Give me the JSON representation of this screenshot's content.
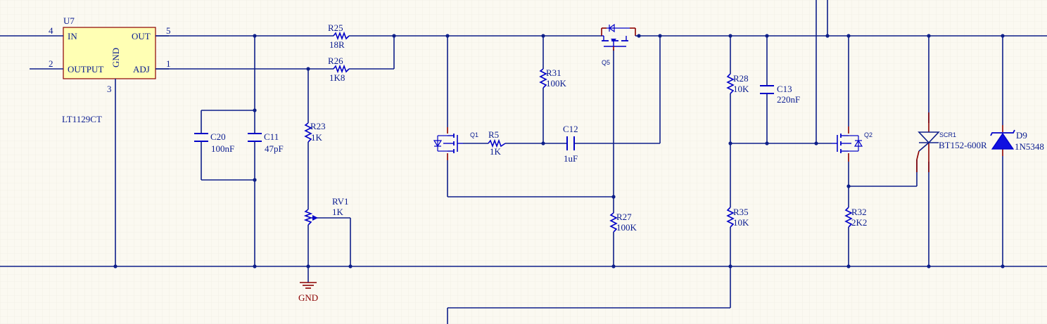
{
  "colors": {
    "background": "#FBF9F1",
    "grid": "#ECE9DE",
    "wire": "#0E1F8A",
    "label": "#0A1C90",
    "component": "#0000C8",
    "body_fill": "#FFFFB4",
    "pin_stub": "#8B0000",
    "ground": "#8B0000",
    "junction": "#0E1F8A"
  },
  "u7": {
    "designator": "U7",
    "part": "LT1129CT",
    "pin_in": "IN",
    "pin_output": "OUTPUT",
    "pin_gnd": "GND",
    "pin_out": "OUT",
    "pin_adj": "ADJ",
    "pin_num_in": "4",
    "pin_num_output": "2",
    "pin_num_gnd": "3",
    "pin_num_out": "5",
    "pin_num_adj": "1"
  },
  "r25": {
    "ref": "R25",
    "value": "18R"
  },
  "r26": {
    "ref": "R26",
    "value": "1K8"
  },
  "r23": {
    "ref": "R23",
    "value": "1K"
  },
  "rv1": {
    "ref": "RV1",
    "value": "1K"
  },
  "c20": {
    "ref": "C20",
    "value": "100nF"
  },
  "c11": {
    "ref": "C11",
    "value": "47pF"
  },
  "r31": {
    "ref": "R31",
    "value": "100K"
  },
  "q5": {
    "ref": "Q5"
  },
  "q1": {
    "ref": "Q1"
  },
  "r5": {
    "ref": "R5",
    "value": "1K"
  },
  "c12": {
    "ref": "C12",
    "value": "1uF"
  },
  "r27": {
    "ref": "R27",
    "value": "100K"
  },
  "r28": {
    "ref": "R28",
    "value": "10K"
  },
  "c13": {
    "ref": "C13",
    "value": "220nF"
  },
  "r35": {
    "ref": "R35",
    "value": "10K"
  },
  "q2": {
    "ref": "Q2"
  },
  "r32": {
    "ref": "R32",
    "value": "2K2"
  },
  "scr1": {
    "ref": "SCR1",
    "value": "BT152-600R"
  },
  "d9": {
    "ref": "D9",
    "value": "1N5348"
  },
  "gnd": {
    "label": "GND"
  }
}
